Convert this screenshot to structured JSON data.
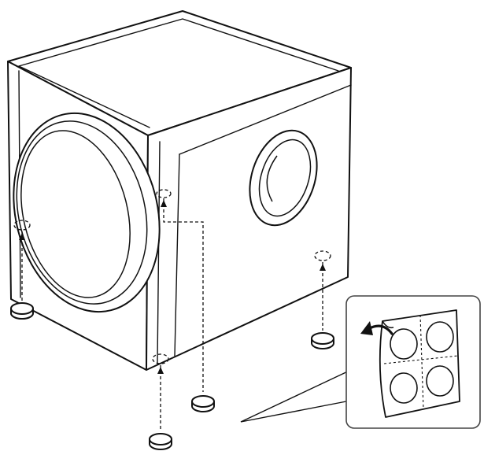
{
  "figure": {
    "subject": "subwoofer-foot-pad-attachment",
    "colors": {
      "line": "#111111",
      "background": "#ffffff",
      "inset_border": "#444444"
    },
    "foot_pad_sheet": {
      "pad_count": 4
    },
    "feet_count": 4
  }
}
